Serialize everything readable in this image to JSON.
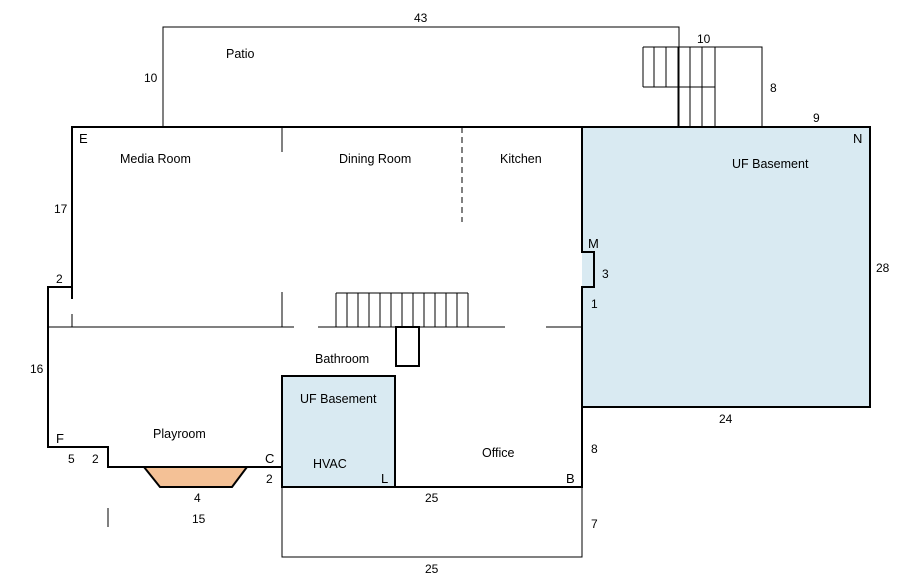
{
  "colors": {
    "unfinished_fill": "#d9eaf2",
    "window_fill": "#f4c196",
    "line": "#000000",
    "background": "#ffffff"
  },
  "rooms": {
    "patio": "Patio",
    "media_room": "Media Room",
    "dining_room": "Dining Room",
    "kitchen": "Kitchen",
    "uf_basement_main": "UF Basement",
    "bathroom": "Bathroom",
    "uf_basement_small": "UF Basement",
    "hvac": "HVAC",
    "playroom": "Playroom",
    "office": "Office"
  },
  "corners": {
    "e": "E",
    "n": "N",
    "m": "M",
    "f": "F",
    "c": "C",
    "l": "L",
    "b": "B"
  },
  "dimensions": {
    "patio_top": "43",
    "stairs_top": "10",
    "patio_left": "10",
    "stairs_right": "8",
    "ledge_right": "9",
    "basement_right": "28",
    "basement_bottom": "24",
    "media_left": "17",
    "step_left": "2",
    "playroom_left": "16",
    "bottom_left_5": "5",
    "bottom_left_2": "2",
    "window": "4",
    "lower_left": "15",
    "hvac_step": "2",
    "office_bottom": "25",
    "office_right": "8",
    "notch": "3",
    "notch_below": "1",
    "addition_right": "7",
    "addition_bottom": "25"
  }
}
